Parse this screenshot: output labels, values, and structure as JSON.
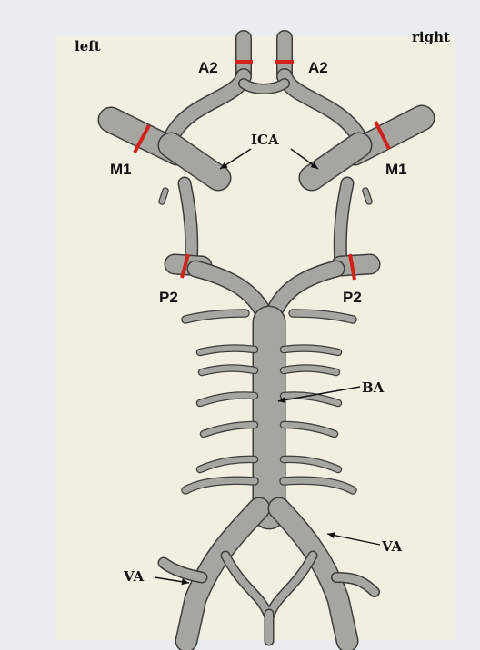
{
  "orientation": {
    "left": "left",
    "right": "right"
  },
  "labels": {
    "a2_left": "A2",
    "a2_right": "A2",
    "ica": "ICA",
    "m1_left": "M1",
    "m1_right": "M1",
    "p2_left": "P2",
    "p2_right": "P2",
    "ba": "BA",
    "va_right": "VA",
    "va_left": "VA"
  },
  "colors": {
    "background": "#e9edf1",
    "paper": "#f1efe2",
    "vessel_fill": "#a6a6a1",
    "vessel_edge": "#3d3d3b",
    "cut_marker": "#d2211b"
  }
}
